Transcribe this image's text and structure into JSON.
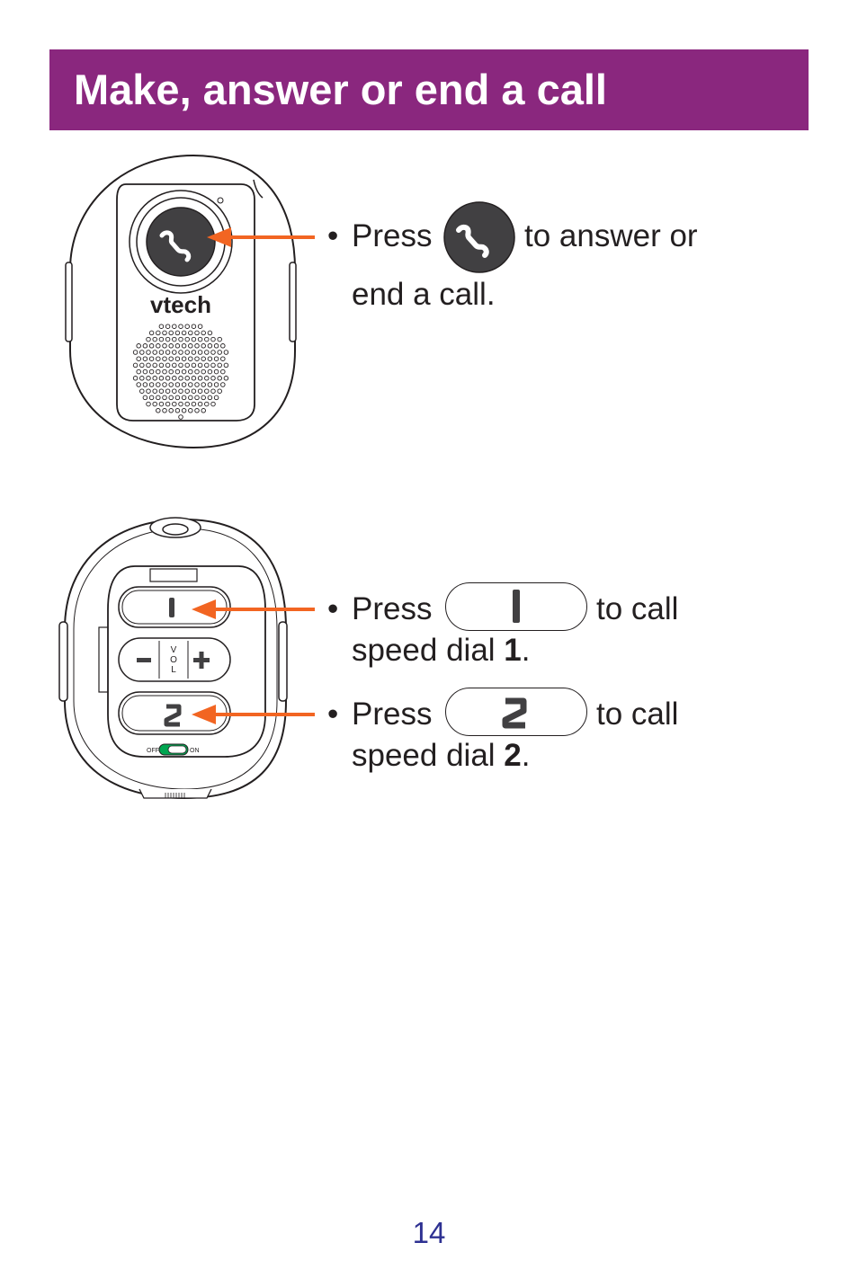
{
  "header": {
    "title": "Make, answer or end a call"
  },
  "device_top": {
    "brand": "vtech"
  },
  "device_bottom": {
    "vol_label": [
      "V",
      "O",
      "L"
    ],
    "off_label": "OFF",
    "on_label": "ON",
    "btn1_digit": "1",
    "btn2_digit": "2"
  },
  "instructions": {
    "answer": {
      "bullet": "•",
      "press": "Press",
      "after": "to answer or",
      "line2": "end a call.",
      "icon": "phone-icon"
    },
    "speed1": {
      "bullet": "•",
      "press": "Press",
      "after": "to call",
      "line2_prefix": "speed dial ",
      "number": "1",
      "suffix": ".",
      "digit": "1"
    },
    "speed2": {
      "bullet": "•",
      "press": "Press",
      "after": "to call",
      "line2_prefix": "speed dial ",
      "number": "2",
      "suffix": ".",
      "digit": "2"
    }
  },
  "colors": {
    "accent": "#8a277e",
    "arrow": "#f26522",
    "button_dark": "#414042",
    "page_number": "#2e3192",
    "switch_green": "#00a651"
  },
  "page_number": "14"
}
